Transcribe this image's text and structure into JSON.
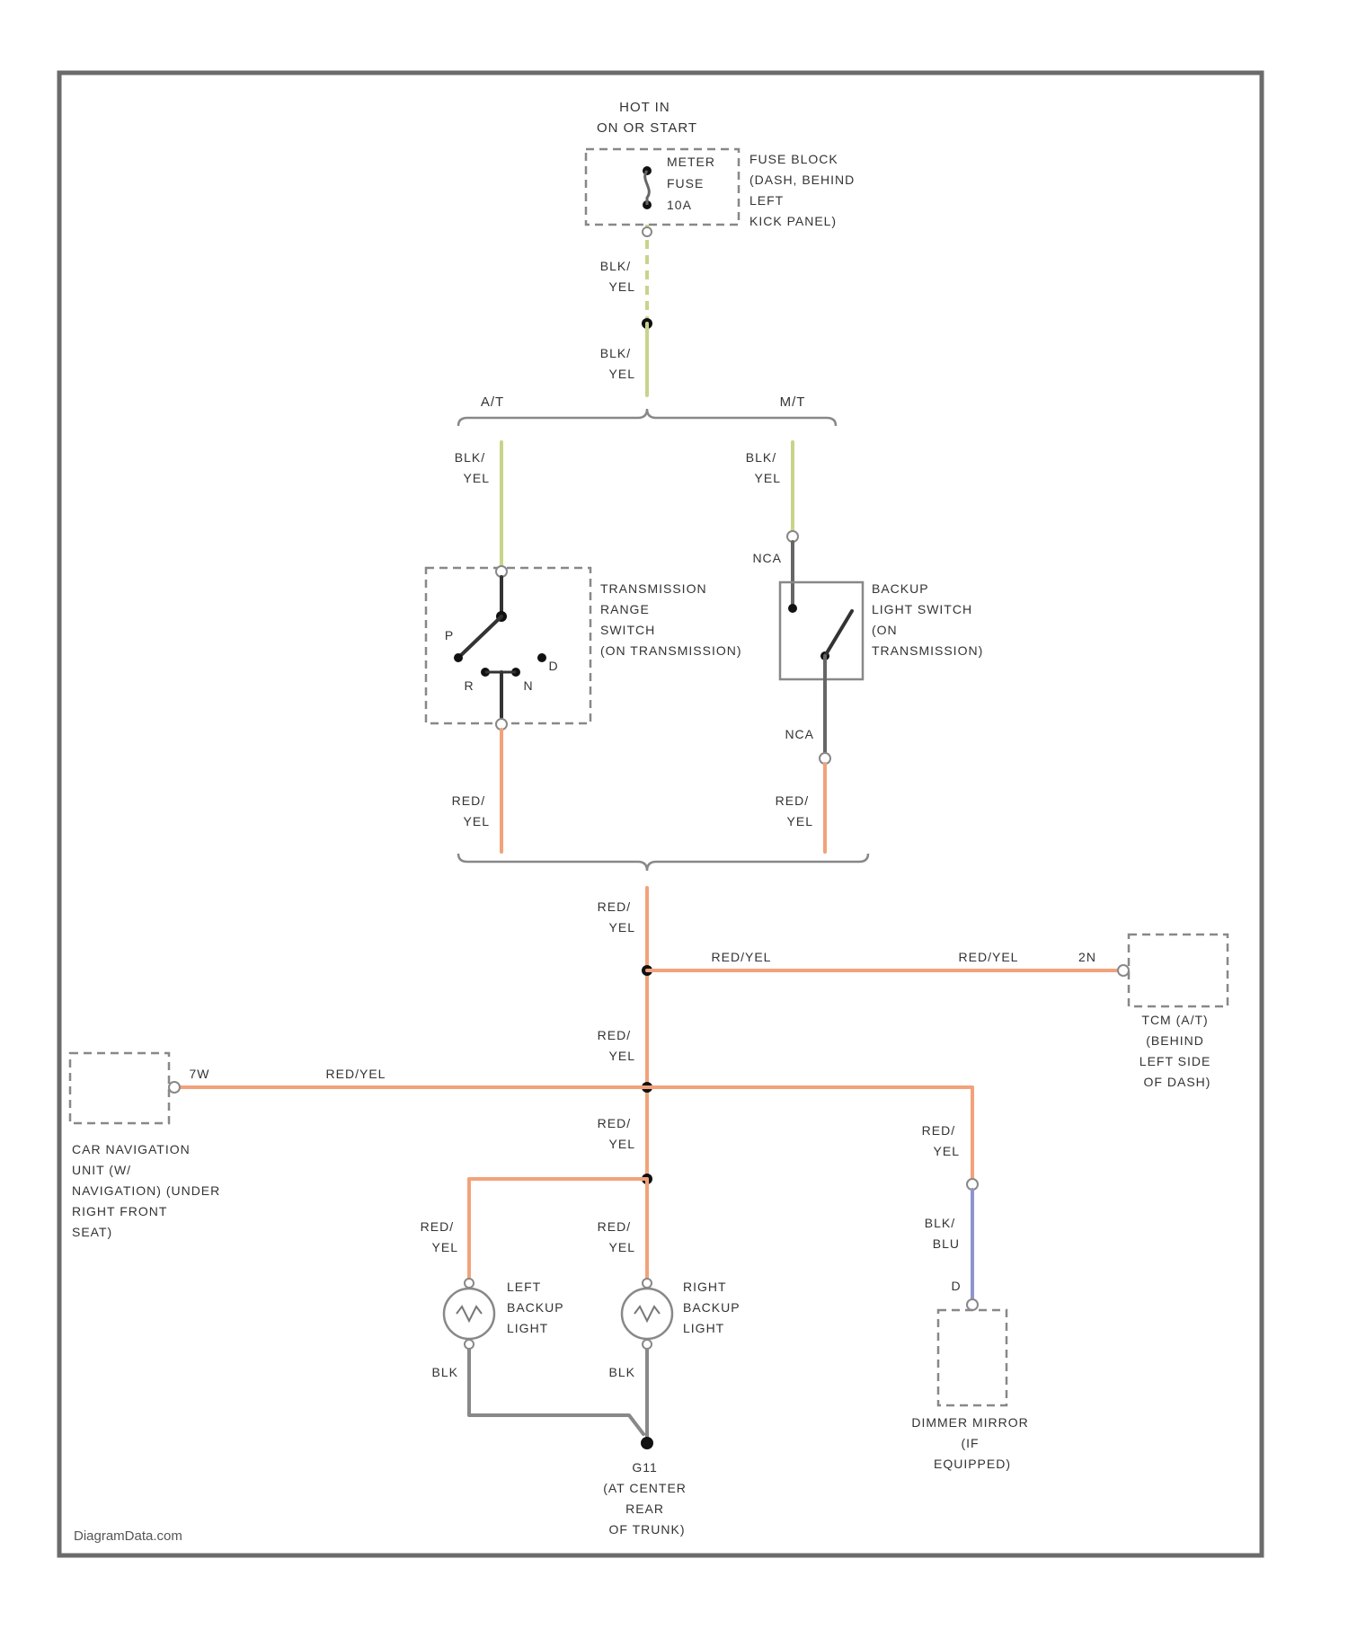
{
  "colors": {
    "blk_yel": "#c8d48a",
    "red_yel": "#f2a27a",
    "blk_blu": "#8f95cc",
    "nca": "#666666",
    "ground": "#888888",
    "frame": "#6b6b6b"
  },
  "power": {
    "hot_in": [
      "HOT IN",
      "ON OR START"
    ],
    "fuse": [
      "METER",
      "FUSE",
      "10A"
    ],
    "fuse_block": [
      "FUSE BLOCK",
      "(DASH, BEHIND",
      "LEFT",
      "KICK PANEL)"
    ]
  },
  "wires": {
    "blk_yel": [
      "BLK/",
      "YEL"
    ],
    "red_yel": [
      "RED/",
      "YEL"
    ],
    "red_yel_inline": "RED/YEL",
    "blk_blu": [
      "BLK/",
      "BLU"
    ],
    "blk": "BLK",
    "nca": "NCA"
  },
  "branches": {
    "at": "A/T",
    "mt": "M/T"
  },
  "transmission_range_switch": {
    "label": [
      "TRANSMISSION",
      "RANGE",
      "SWITCH",
      "(ON TRANSMISSION)"
    ],
    "positions": [
      "P",
      "R",
      "N",
      "D"
    ]
  },
  "backup_light_switch": {
    "label": [
      "BACKUP",
      "LIGHT SWITCH",
      "(ON",
      "TRANSMISSION)"
    ]
  },
  "tcm": {
    "pin": "2N",
    "label": [
      "TCM (A/T)",
      "(BEHIND",
      "LEFT SIDE",
      "OF DASH)"
    ]
  },
  "car_navigation": {
    "pin": "7W",
    "label": [
      "CAR NAVIGATION",
      "UNIT (W/",
      "NAVIGATION) (UNDER",
      "RIGHT FRONT",
      "SEAT)"
    ]
  },
  "left_backup": {
    "label": [
      "LEFT",
      "BACKUP",
      "LIGHT"
    ]
  },
  "right_backup": {
    "label": [
      "RIGHT",
      "BACKUP",
      "LIGHT"
    ]
  },
  "dimmer_mirror": {
    "pin": "D",
    "label": [
      "DIMMER MIRROR",
      "(IF",
      "EQUIPPED)"
    ]
  },
  "ground": {
    "label": [
      "G11",
      "(AT CENTER",
      "REAR",
      "OF TRUNK)"
    ]
  },
  "watermark": "DiagramData.com"
}
